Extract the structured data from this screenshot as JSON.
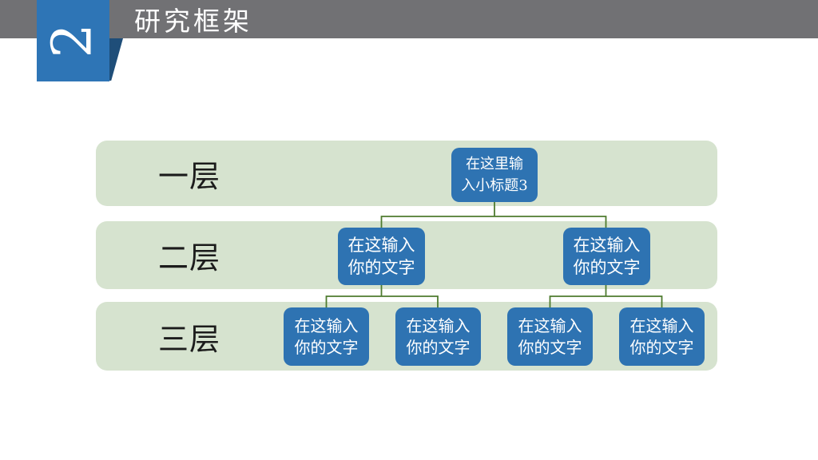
{
  "colors": {
    "background": "#ffffff",
    "header_gray": "#717174",
    "badge_blue": "#2e75b6",
    "fold_navy": "#1f4e79",
    "band_green": "#d6e3cf",
    "node_blue": "#2e73b2",
    "connector_green": "#4e7b2f",
    "node_text": "#ffffff",
    "label_text": "#1c1c1c"
  },
  "header": {
    "page_number": "2",
    "title": "研究框架"
  },
  "layers": [
    {
      "label": "一层"
    },
    {
      "label": "二层"
    },
    {
      "label": "三层"
    }
  ],
  "tree": {
    "root": {
      "line1": "在这里输",
      "line2": "入小标题3"
    },
    "level2": [
      {
        "line1": "在这输入",
        "line2": "你的文字"
      },
      {
        "line1": "在这输入",
        "line2": "你的文字"
      }
    ],
    "level3": [
      {
        "line1": "在这输入",
        "line2": "你的文字"
      },
      {
        "line1": "在这输入",
        "line2": "你的文字"
      },
      {
        "line1": "在这输入",
        "line2": "你的文字"
      },
      {
        "line1": "在这输入",
        "line2": "你的文字"
      }
    ]
  }
}
